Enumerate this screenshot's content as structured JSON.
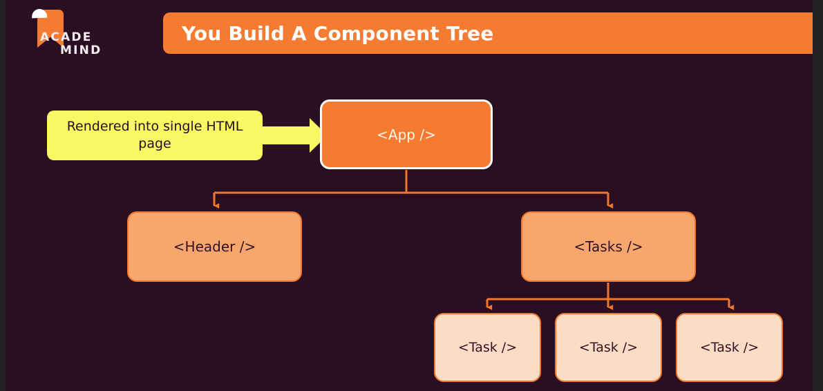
{
  "brand": {
    "logo_line1": "ACADE",
    "logo_line2": "MIND",
    "logo_icon": "flag-bookmark-icon"
  },
  "header": {
    "title": "You Build A Component Tree"
  },
  "callout": {
    "text": "Rendered into single HTML page",
    "arrow_icon": "right-arrow-icon",
    "color": "#FAF765"
  },
  "colors": {
    "background": "#2A0E22",
    "accent_orange": "#F47B2F",
    "node_level1": "#F47B2F",
    "node_level2": "#F7A76E",
    "node_level3": "#FBDCC4",
    "connector": "#F0772B",
    "callout_yellow": "#FAF765",
    "text_light": "#FFFFFF",
    "text_dark": "#2F1226"
  },
  "tree": {
    "root": {
      "label": "<App />"
    },
    "level2": [
      {
        "label": "<Header />"
      },
      {
        "label": "<Tasks />"
      }
    ],
    "level3": [
      {
        "label": "<Task />"
      },
      {
        "label": "<Task />"
      },
      {
        "label": "<Task />"
      }
    ]
  }
}
